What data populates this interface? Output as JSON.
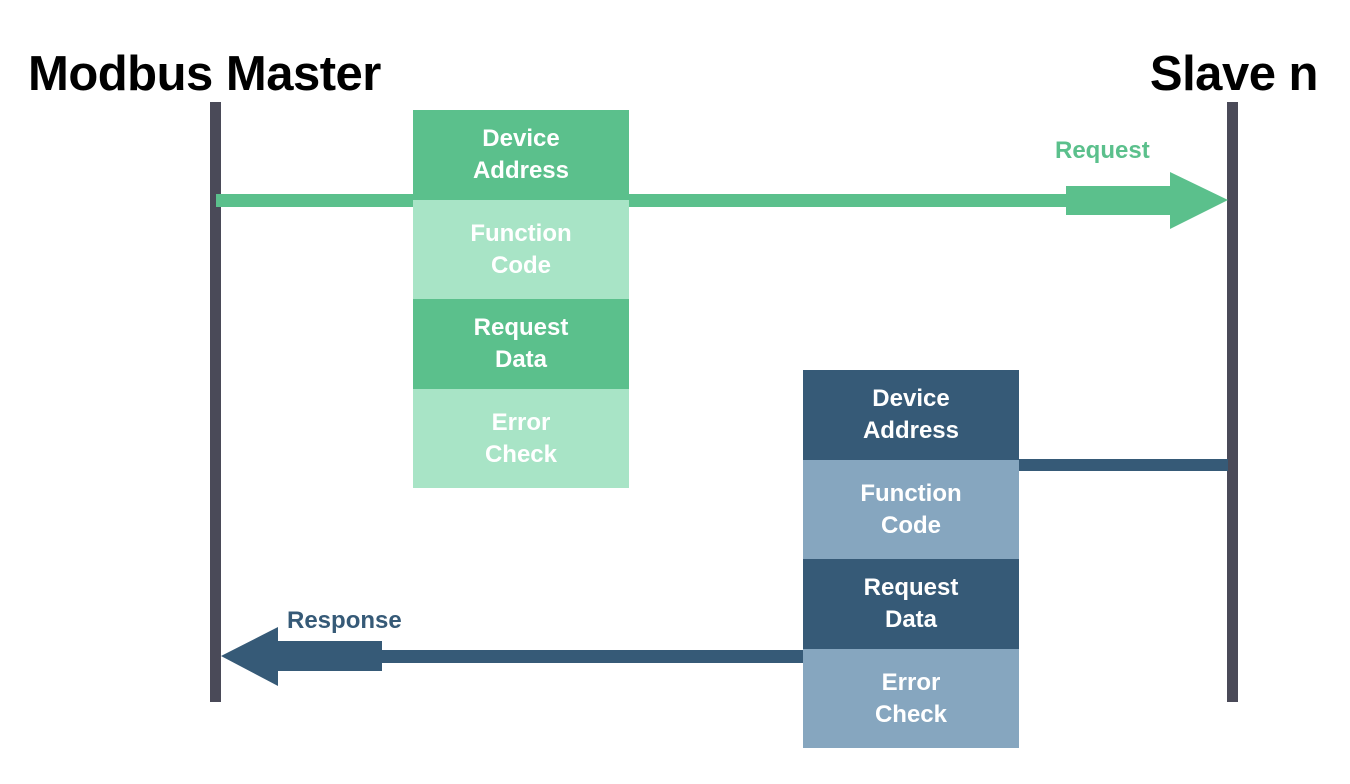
{
  "titles": {
    "master": "Modbus Master",
    "slave": "Slave n"
  },
  "request": {
    "label": "Request",
    "color": "#5bc08c",
    "fields": [
      {
        "line1": "Device",
        "line2": "Address"
      },
      {
        "line1": "Function",
        "line2": "Code"
      },
      {
        "line1": "Request",
        "line2": "Data"
      },
      {
        "line1": "Error",
        "line2": "Check"
      }
    ]
  },
  "response": {
    "label": "Response",
    "color": "#365a77",
    "fields": [
      {
        "line1": "Device",
        "line2": "Address"
      },
      {
        "line1": "Function",
        "line2": "Code"
      },
      {
        "line1": "Request",
        "line2": "Data"
      },
      {
        "line1": "Error",
        "line2": "Check"
      }
    ]
  },
  "colors": {
    "lifeline": "#4a4a58",
    "request_light": "#a8e4c6",
    "response_light": "#86a6bf"
  }
}
